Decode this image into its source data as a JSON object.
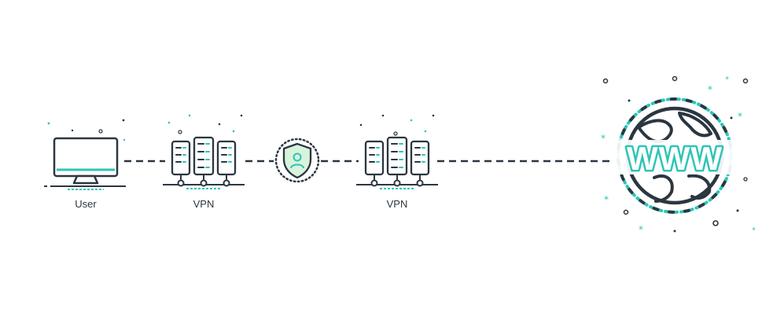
{
  "diagram": {
    "nodes": [
      {
        "id": "user",
        "label": "User",
        "icon": "monitor-icon"
      },
      {
        "id": "vpn-1",
        "label": "VPN",
        "icon": "server-rack-icon"
      },
      {
        "id": "shield",
        "label": "",
        "icon": "shield-user-icon"
      },
      {
        "id": "vpn-2",
        "label": "VPN",
        "icon": "server-rack-icon"
      },
      {
        "id": "web",
        "label": "WWW",
        "icon": "globe-icon"
      }
    ],
    "edges": [
      {
        "from": "user",
        "to": "vpn-1",
        "style": "dashed"
      },
      {
        "from": "vpn-1",
        "to": "shield",
        "style": "dashed"
      },
      {
        "from": "shield",
        "to": "vpn-2",
        "style": "dashed"
      },
      {
        "from": "vpn-2",
        "to": "web",
        "style": "dashed"
      }
    ]
  },
  "colors": {
    "stroke": "#2b3640",
    "accent": "#2ec4b6",
    "shield_fill": "#d8f3dc",
    "background": "#ffffff"
  }
}
